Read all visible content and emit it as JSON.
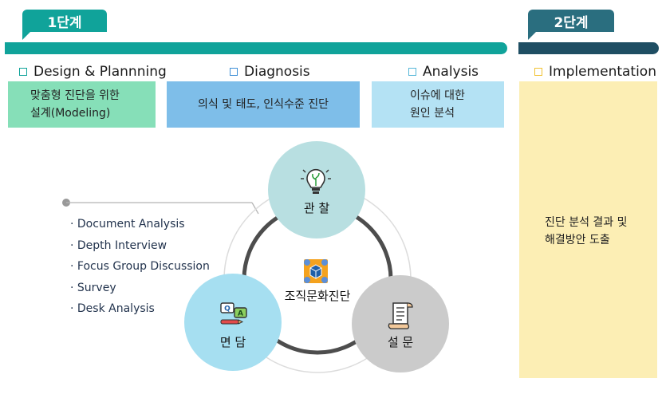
{
  "stages": {
    "stage1": {
      "label": "1단계",
      "color": "#10a39a"
    },
    "stage2": {
      "label": "2단계",
      "color": "#2a6e7f"
    }
  },
  "phases": [
    {
      "title": "Design & Plannning",
      "description": "맞춤형 진단을 위한\n설계(Modeling)",
      "box_color": "#86dfb8",
      "marker_color": "#10a39a"
    },
    {
      "title": "Diagnosis",
      "description": "의식 및 태도, 인식수준 진단",
      "box_color": "#7ebee9",
      "marker_color": "#3d8fd6"
    },
    {
      "title": "Analysis",
      "description": "이슈에 대한\n원인 분석",
      "box_color": "#b4e2f4",
      "marker_color": "#56b7d8"
    },
    {
      "title": "Implementation",
      "description": "진단 분석 결과 및\n해결방안 도출",
      "box_color": "#fceeb4",
      "marker_color": "#f1c232"
    }
  ],
  "methods": [
    "· Document Analysis",
    "· Depth Interview",
    "· Focus Group Discussion",
    "· Survey",
    "· Desk Analysis"
  ],
  "cycle": {
    "center_label": "조직문화진단",
    "nodes": [
      {
        "label": "관 찰",
        "icon": "lightbulb-icon",
        "color": "#b8dfe1"
      },
      {
        "label": "면 담",
        "icon": "qa-chat-icon",
        "color": "#a6dff1"
      },
      {
        "label": "설 문",
        "icon": "scroll-icon",
        "color": "#cbcbcb"
      }
    ]
  }
}
